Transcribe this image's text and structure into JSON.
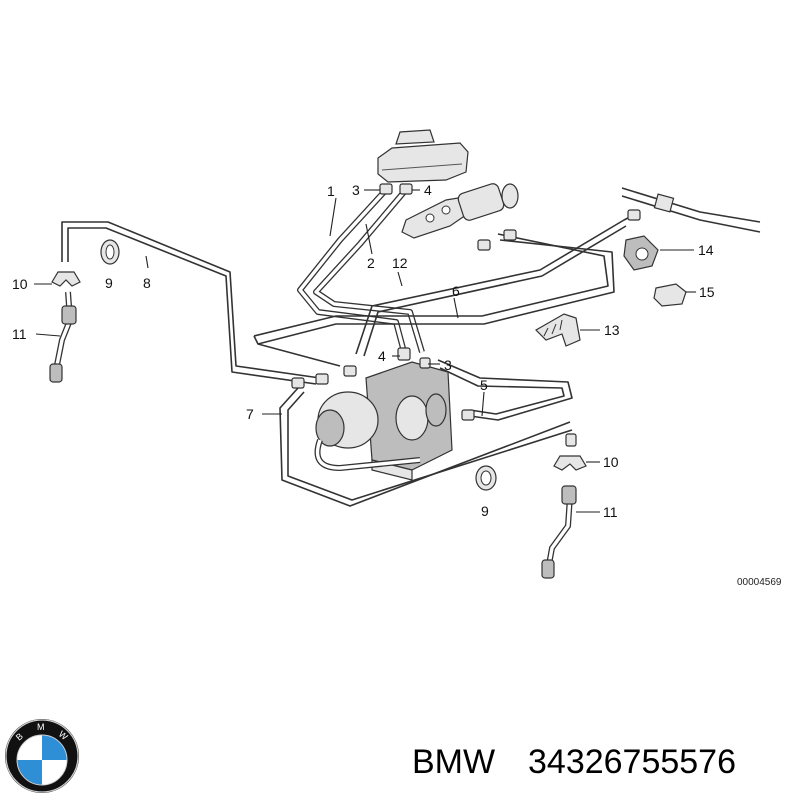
{
  "diagram": {
    "callouts": [
      {
        "id": "c1",
        "label": "1"
      },
      {
        "id": "c2",
        "label": "2"
      },
      {
        "id": "c3a",
        "label": "3"
      },
      {
        "id": "c3b",
        "label": "3"
      },
      {
        "id": "c4a",
        "label": "4"
      },
      {
        "id": "c4b",
        "label": "4"
      },
      {
        "id": "c5",
        "label": "5"
      },
      {
        "id": "c6",
        "label": "6"
      },
      {
        "id": "c7",
        "label": "7"
      },
      {
        "id": "c8",
        "label": "8"
      },
      {
        "id": "c9a",
        "label": "9"
      },
      {
        "id": "c9b",
        "label": "9"
      },
      {
        "id": "c10a",
        "label": "10"
      },
      {
        "id": "c10b",
        "label": "10"
      },
      {
        "id": "c11a",
        "label": "11"
      },
      {
        "id": "c11b",
        "label": "11"
      },
      {
        "id": "c12",
        "label": "12"
      },
      {
        "id": "c13",
        "label": "13"
      },
      {
        "id": "c14",
        "label": "14"
      },
      {
        "id": "c15",
        "label": "15"
      }
    ],
    "drawing_code": "00004569"
  },
  "footer": {
    "brand": "BMW",
    "part_number": "34326755576",
    "logo": {
      "icon": "bmw-roundel-icon",
      "letters": "B M W",
      "colors": {
        "blue": "#2f8fd6",
        "white": "#ffffff",
        "ring": "#111111"
      }
    }
  }
}
